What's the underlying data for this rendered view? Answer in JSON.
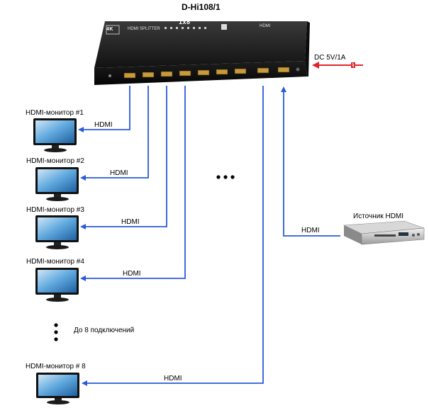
{
  "title": "D-Hi108/1",
  "device": {
    "brand_mark": "4K",
    "model_text": "1x8",
    "splitter_text": "HDMI SPLITTER",
    "port_label": "HDMI"
  },
  "power": {
    "label": "DC 5V/1A",
    "color": "#e0262b"
  },
  "source": {
    "label": "Источник HDMI"
  },
  "link_label": "HDMI",
  "monitors": [
    {
      "label": "HDMI-монитор #1"
    },
    {
      "label": "HDMI-монитор #2"
    },
    {
      "label": "HDMI-монитор #3"
    },
    {
      "label": "HDMI-монитор #4"
    },
    {
      "label": "HDMI-монитор # 8"
    }
  ],
  "note": "До  8  подключений",
  "colors": {
    "connection": "#2a5bd7",
    "device": "#1b1b1b"
  }
}
